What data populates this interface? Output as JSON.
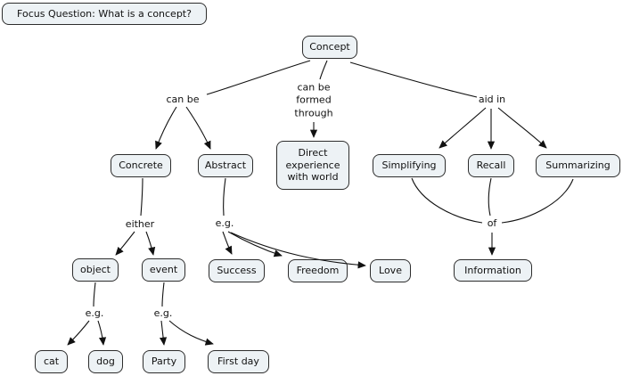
{
  "focus_question": "Focus Question: What is a concept?",
  "nodes": {
    "concept": {
      "label": "Concept"
    },
    "concrete": {
      "label": "Concrete"
    },
    "abstract": {
      "label": "Abstract"
    },
    "direct_experience": {
      "label": "Direct experience with world"
    },
    "simplifying": {
      "label": "Simplifying"
    },
    "recall": {
      "label": "Recall"
    },
    "summarizing": {
      "label": "Summarizing"
    },
    "object": {
      "label": "object"
    },
    "event": {
      "label": "event"
    },
    "success": {
      "label": "Success"
    },
    "freedom": {
      "label": "Freedom"
    },
    "love": {
      "label": "Love"
    },
    "information": {
      "label": "Information"
    },
    "cat": {
      "label": "cat"
    },
    "dog": {
      "label": "dog"
    },
    "party": {
      "label": "Party"
    },
    "first_day": {
      "label": "First day"
    }
  },
  "phrases": {
    "can_be": "can be",
    "can_be_formed_through": "can be\nformed\nthrough",
    "aid_in": "aid in",
    "either": "either",
    "eg_abstract": "e.g.",
    "of": "of",
    "eg_object": "e.g.",
    "eg_event": "e.g."
  },
  "relations": [
    {
      "from": "Concept",
      "label": "can be",
      "to": [
        "Concrete",
        "Abstract"
      ]
    },
    {
      "from": "Concept",
      "label": "can be formed through",
      "to": [
        "Direct experience with world"
      ]
    },
    {
      "from": "Concept",
      "label": "aid in",
      "to": [
        "Simplifying",
        "Recall",
        "Summarizing"
      ]
    },
    {
      "from": "Concrete",
      "label": "either",
      "to": [
        "object",
        "event"
      ]
    },
    {
      "from": "Abstract",
      "label": "e.g.",
      "to": [
        "Success",
        "Freedom",
        "Love"
      ]
    },
    {
      "from": "Simplifying",
      "label": "of",
      "to": [
        "Information"
      ]
    },
    {
      "from": "Recall",
      "label": "of",
      "to": [
        "Information"
      ]
    },
    {
      "from": "Summarizing",
      "label": "of",
      "to": [
        "Information"
      ]
    },
    {
      "from": "object",
      "label": "e.g.",
      "to": [
        "cat",
        "dog"
      ]
    },
    {
      "from": "event",
      "label": "e.g.",
      "to": [
        "Party",
        "First day"
      ]
    }
  ],
  "colors": {
    "background": "#ffffff",
    "node_fill": "#edf2f5",
    "node_border": "#2d2d2d",
    "line": "#111111",
    "text": "#111111"
  }
}
